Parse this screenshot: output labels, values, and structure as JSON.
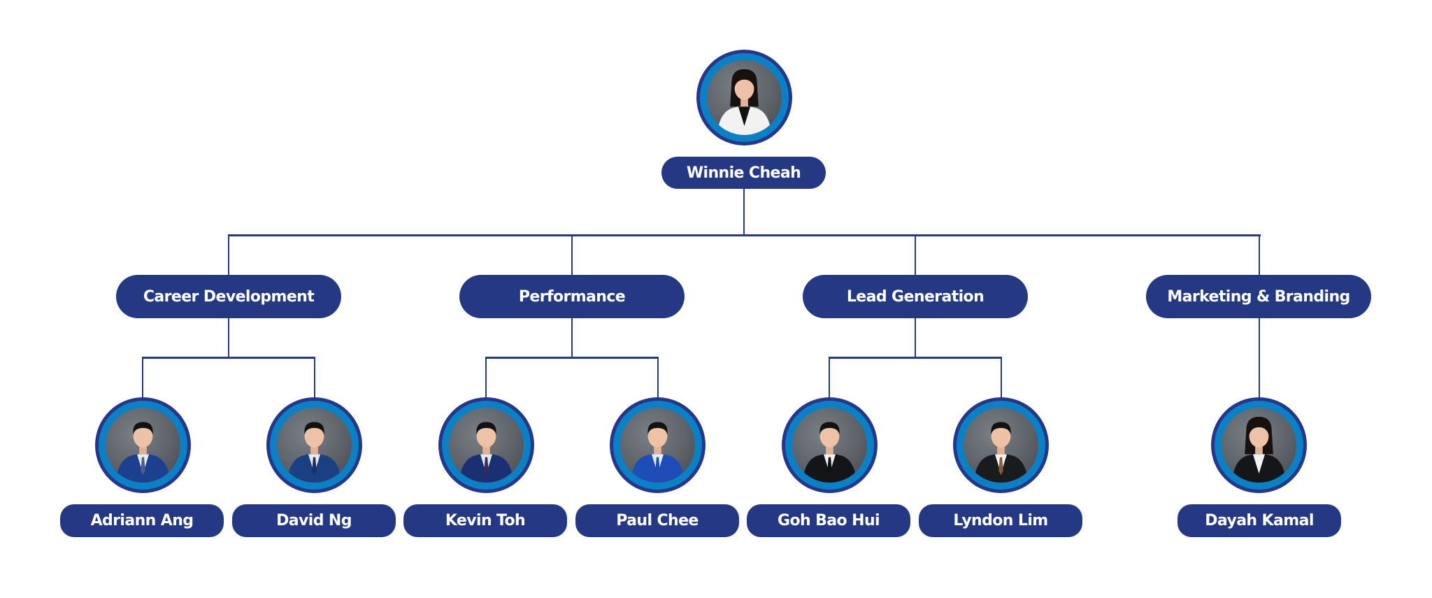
{
  "colors": {
    "navy": "#253883",
    "ring_blue": "#0b80c5",
    "line": "#253a85",
    "text": "#ffffff",
    "photo_bg": "#5e6269"
  },
  "root": {
    "name": "Winnie Cheah",
    "photo": {
      "icon": "person-photo",
      "attire": "white-blazer",
      "suit_color": "#f2f2f2",
      "inner_color": "#111111",
      "hair": "long"
    }
  },
  "departments": [
    {
      "name": "Career Development",
      "members": [
        {
          "name": "Adriann Ang",
          "photo": {
            "icon": "person-photo",
            "suit_color": "#1d3f8f",
            "inner_color": "#e8ecf2",
            "tie": "#4a5f8c",
            "hair": "short"
          }
        },
        {
          "name": "David Ng",
          "photo": {
            "icon": "person-photo",
            "suit_color": "#1a3f82",
            "inner_color": "#e8ecf2",
            "tie": "#1a2f6b",
            "hair": "short"
          }
        }
      ]
    },
    {
      "name": "Performance",
      "members": [
        {
          "name": "Kevin Toh",
          "photo": {
            "icon": "person-photo",
            "suit_color": "#1b2f73",
            "inner_color": "#e8ecf2",
            "tie": "#3b2a5a",
            "hair": "short"
          }
        },
        {
          "name": "Paul Chee",
          "photo": {
            "icon": "person-photo",
            "suit_color": "#1e4db8",
            "inner_color": "#e8ecf2",
            "tie": "#1e4db8",
            "hair": "short"
          }
        }
      ]
    },
    {
      "name": "Lead Generation",
      "members": [
        {
          "name": "Goh Bao Hui",
          "photo": {
            "icon": "person-photo",
            "suit_color": "#141518",
            "inner_color": "#f2f2f2",
            "tie": "#111111",
            "hair": "short"
          }
        },
        {
          "name": "Lyndon Lim",
          "photo": {
            "icon": "person-photo",
            "suit_color": "#1a1b1f",
            "inner_color": "#f2f2f2",
            "tie": "#8a5a3a",
            "hair": "short"
          }
        }
      ]
    },
    {
      "name": "Marketing & Branding",
      "members": [
        {
          "name": "Dayah Kamal",
          "photo": {
            "icon": "person-photo",
            "suit_color": "#15161a",
            "inner_color": "#f2f2f2",
            "tie": null,
            "hair": "long"
          }
        }
      ]
    }
  ]
}
